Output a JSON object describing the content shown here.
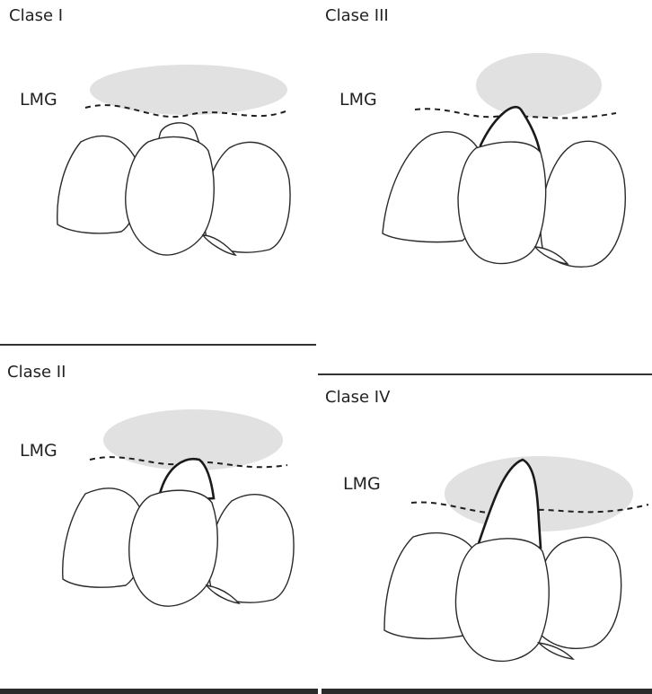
{
  "panels": [
    {
      "title": "Clase I",
      "gum_label": "LMG"
    },
    {
      "title": "Clase III",
      "gum_label": "LMG"
    },
    {
      "title": "Clase II",
      "gum_label": "LMG"
    },
    {
      "title": "Clase IV",
      "gum_label": "LMG"
    }
  ],
  "colors": {
    "gingiva_shade": "#bdbdbd",
    "lines": "#2a2a2a",
    "rules": "#2b2b2b"
  }
}
